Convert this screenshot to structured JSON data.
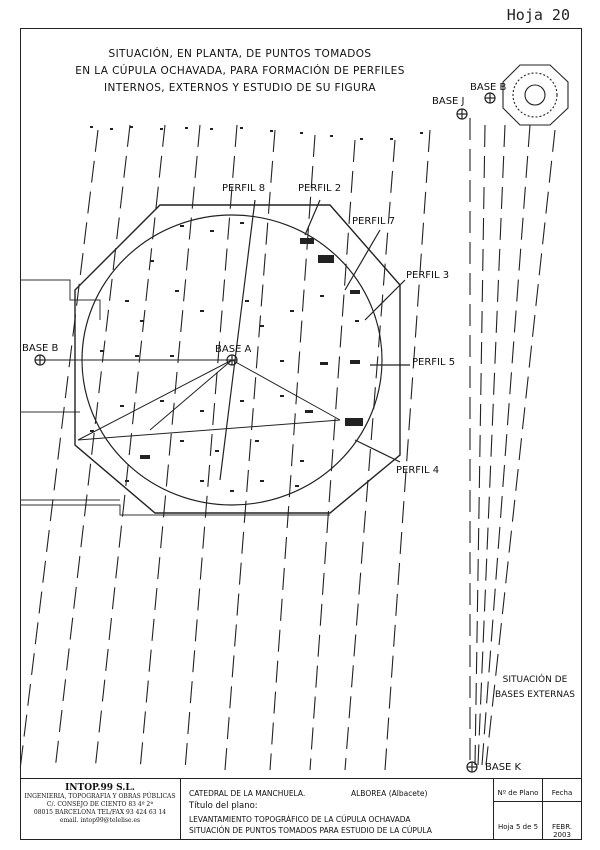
{
  "sheet_label": "Hoja 20",
  "title_lines": [
    "SITUACIÓN, EN PLANTA, DE PUNTOS TOMADOS",
    "EN LA CÚPULA OCHAVADA, PARA FORMACIÓN DE PERFILES",
    "INTERNOS, EXTERNOS Y ESTUDIO DE SU FIGURA"
  ],
  "labels": {
    "base_b_top": "BASE B",
    "base_j": "BASE J",
    "base_b_left": "BASE B",
    "base_a": "BASE A",
    "base_k": "BASE K",
    "perfil_8": "PERFIL 8",
    "perfil_2": "PERFIL 2",
    "perfil_7": "PERFIL 7",
    "perfil_3": "PERFIL 3",
    "perfil_5": "PERFIL 5",
    "perfil_4": "PERFIL 4"
  },
  "external_note": [
    "SITUACIÓN DE",
    "BASES EXTERNAS"
  ],
  "cartouche": {
    "company_name": "INTOP.99 S.L.",
    "company_lines": [
      "INGENIERIA, TOPOGRAFIA Y OBRAS PÚBLICAS",
      "C/. CONSEJO DE CIENTO 83 4º 2ª",
      "08015 BARCELONA TEL/FAX 93 424 63 14",
      "email. intop99@telelise.es"
    ],
    "project": "CATEDRAL DE LA MANCHUELA.",
    "location": "ALBOREA (Albacete)",
    "plan_title_label": "Título del plano:",
    "plan_title_1": "LEVANTAMIENTO TOPOGRÁFICO DE LA CÚPULA OCHAVADA",
    "plan_title_2": "SITUACIÓN DE PUNTOS TOMADOS PARA ESTUDIO DE LA CÚPULA",
    "plano_label": "Nº de Plano",
    "plano_value": "Hoja 5 de 5",
    "fecha_label": "Fecha",
    "fecha_value": "FEBR. 2003"
  }
}
